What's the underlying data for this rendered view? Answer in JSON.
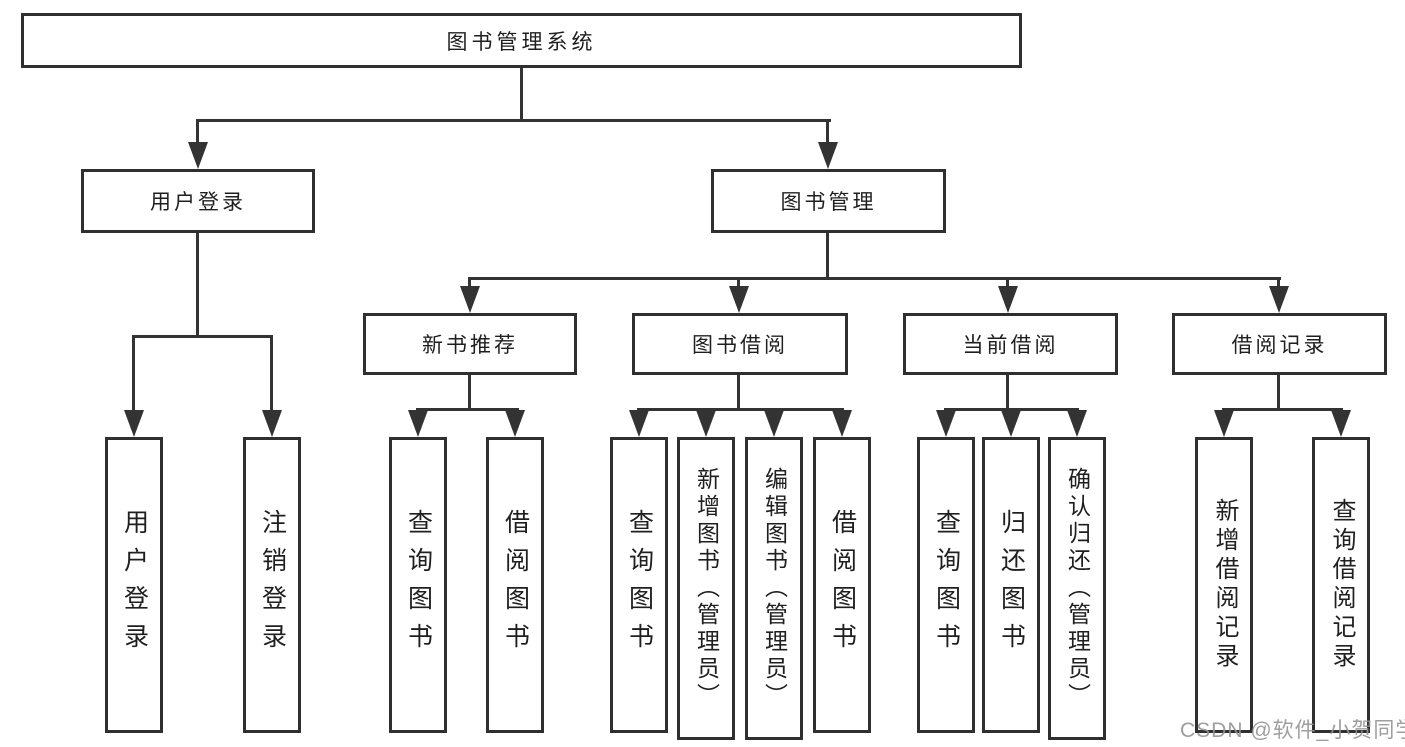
{
  "tree": {
    "root": "图书管理系统",
    "level2": [
      {
        "label": "用户登录",
        "leaves": [
          "用户登录",
          "注销登录"
        ]
      },
      {
        "label": "图书管理",
        "groups": [
          {
            "label": "新书推荐",
            "leaves": [
              "查询图书",
              "借阅图书"
            ]
          },
          {
            "label": "图书借阅",
            "leaves": [
              "查询图书",
              "新增图书（管理员）",
              "编辑图书（管理员）",
              "借阅图书"
            ]
          },
          {
            "label": "当前借阅",
            "leaves": [
              "查询图书",
              "归还图书",
              "确认归还（管理员）"
            ]
          },
          {
            "label": "借阅记录",
            "leaves": [
              "新增借阅记录",
              "查询借阅记录"
            ]
          }
        ]
      }
    ]
  },
  "watermark": {
    "text": "CSDN @软件_小贺同学"
  },
  "colors": {
    "line": "#333333",
    "box_border": "#2f2f2f",
    "text": "#1f1f1f",
    "background": "#ffffff",
    "watermark": "#949494"
  }
}
